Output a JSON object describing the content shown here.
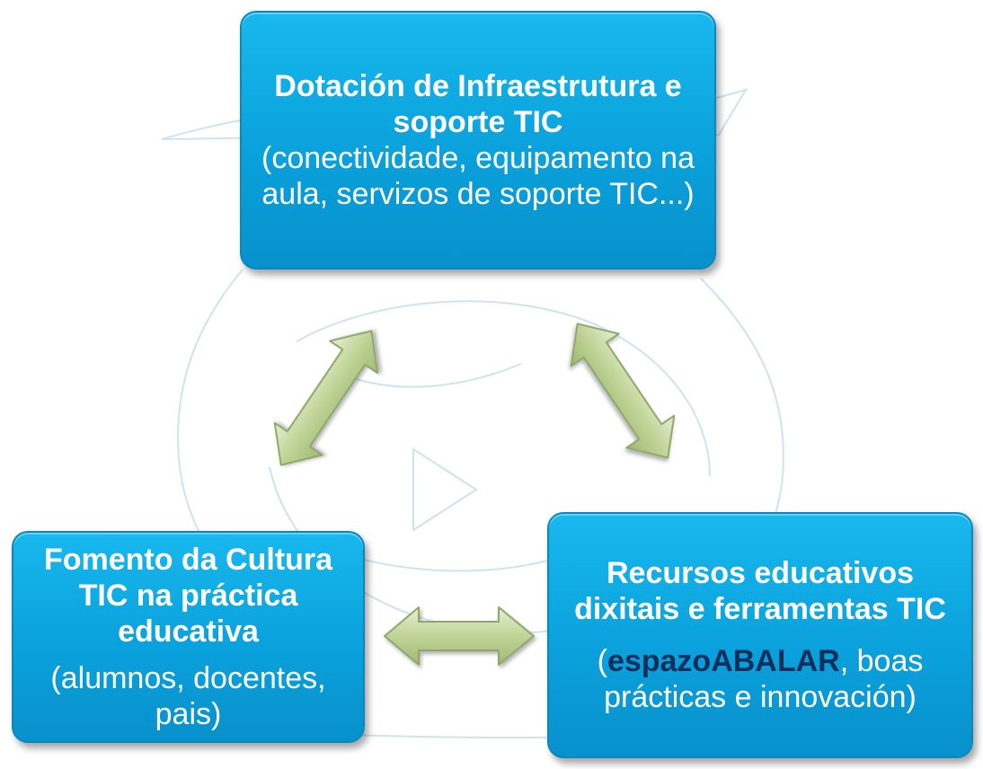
{
  "nodes": {
    "top": {
      "title": "Dotación de Infraestrutura e soporte TIC",
      "body": "(conectividade, equipamento na aula, servizos de soporte TIC...)"
    },
    "left": {
      "title": "Fomento da Cultura TIC na práctica educativa",
      "body": "(alumnos, docentes, pais)"
    },
    "right": {
      "title": "Recursos educativos dixitais e ferramentas TIC",
      "body_open": "(",
      "body_strong": "espazoABALAR",
      "body_rest": ", boas prácticas e innovación)"
    }
  },
  "colors": {
    "box_fill": "#0aa1dc",
    "box_border": "#0c86bf",
    "arrow_fill": "#c6d9a0",
    "arrow_stroke": "#8fa86a",
    "highlight_text": "#0c2f5c"
  }
}
